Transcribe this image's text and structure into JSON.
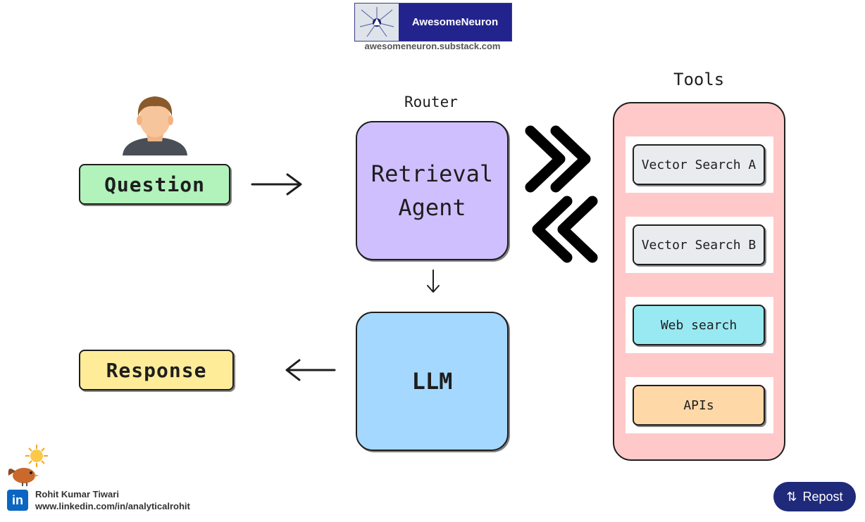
{
  "brand": {
    "name": "AwesomeNeuron",
    "url": "awesomeneuron.substack.com"
  },
  "diagram": {
    "question": "Question",
    "response": "Response",
    "router_label": "Router",
    "agent_line1": "Retrieval",
    "agent_line2": "Agent",
    "llm": "LLM",
    "tools_label": "Tools",
    "tools": [
      {
        "label": "Vector Search A",
        "color": "#e9ecef"
      },
      {
        "label": "Vector Search B",
        "color": "#e9ecef"
      },
      {
        "label": "Web search",
        "color": "#99e9f2"
      },
      {
        "label": "APIs",
        "color": "#ffd8a8"
      }
    ]
  },
  "footer": {
    "author": "Rohit Kumar Tiwari",
    "profile_url": "www.linkedin.com/in/analyticalrohit",
    "linkedin_glyph": "in",
    "repost_label": "Repost"
  },
  "colors": {
    "question_bg": "#b2f2bb",
    "response_bg": "#ffec99",
    "agent_bg": "#d0bfff",
    "llm_bg": "#a5d8ff",
    "tools_bg": "#ffc9c9",
    "repost_bg": "#1f2a7a"
  }
}
